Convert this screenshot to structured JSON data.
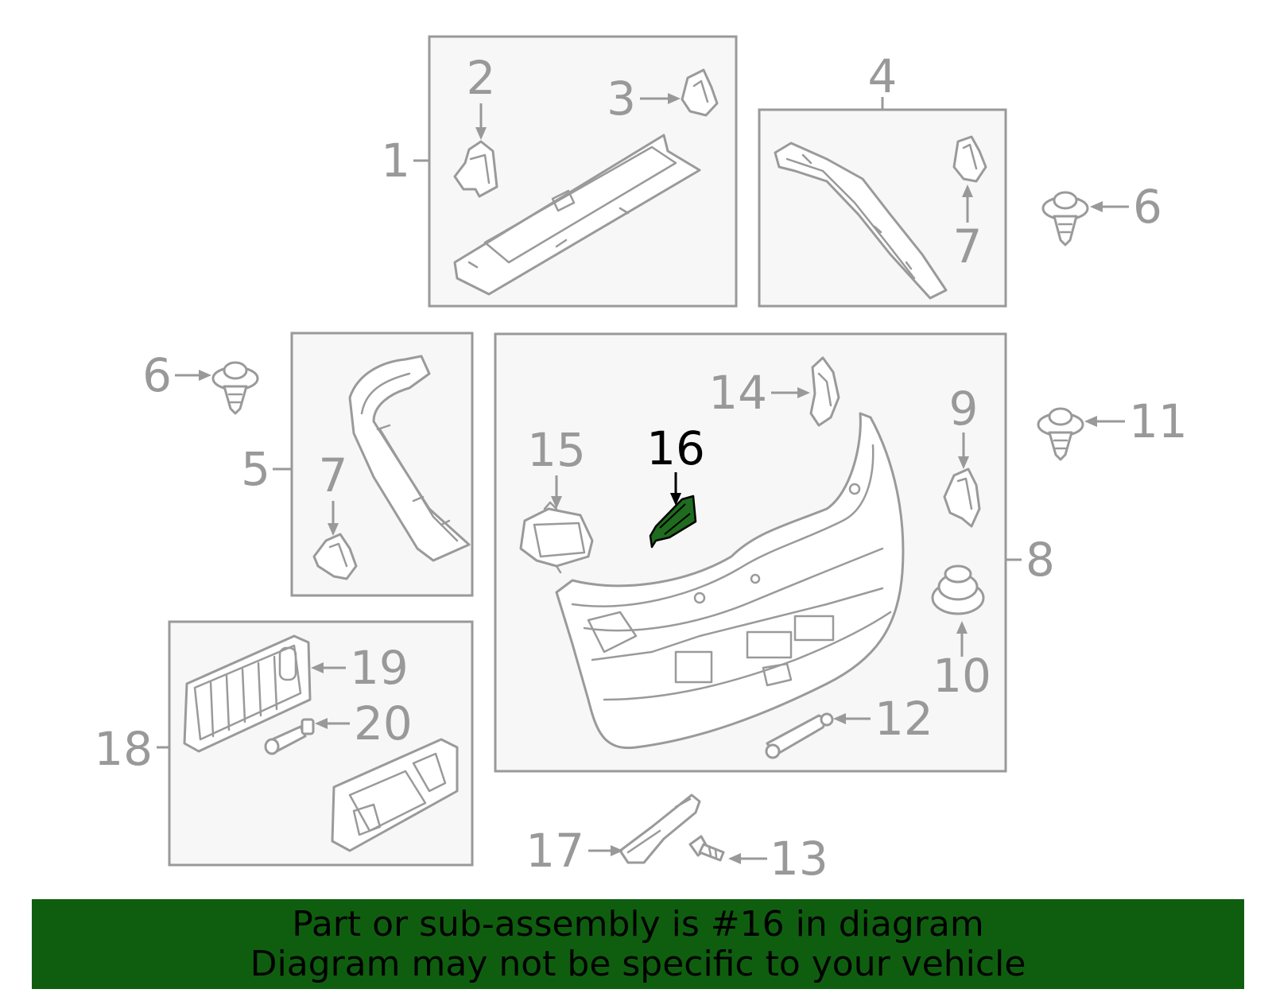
{
  "callouts": {
    "c1": "1",
    "c2": "2",
    "c3": "3",
    "c4": "4",
    "c5": "5",
    "c6a": "6",
    "c6b": "6",
    "c7a": "7",
    "c7b": "7",
    "c8": "8",
    "c9": "9",
    "c10": "10",
    "c11": "11",
    "c12": "12",
    "c13": "13",
    "c14": "14",
    "c15": "15",
    "c16": "16",
    "c17": "17",
    "c18": "18",
    "c19": "19",
    "c20": "20"
  },
  "highlighted_part": "16",
  "colors": {
    "line_gray": "#999999",
    "box_fill": "#f7f7f7",
    "highlight_green": "#1f6b1f",
    "banner_green": "#0f5e0f",
    "text_black": "#000000"
  },
  "banner": {
    "line1": "Part or sub-assembly is #16 in diagram",
    "line2": "Diagram may not be specific to your vehicle"
  }
}
